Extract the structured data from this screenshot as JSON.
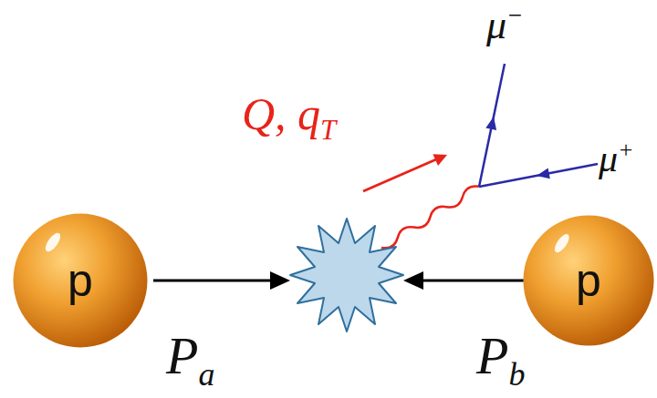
{
  "diagram": {
    "nodes": [
      {
        "text": [
          "p"
        ]
      },
      {
        "text": [
          "p"
        ]
      }
    ],
    "labels": [
      "μ−",
      "Q, qT",
      "μ+",
      "Pa",
      "Pb"
    ]
  }
}
